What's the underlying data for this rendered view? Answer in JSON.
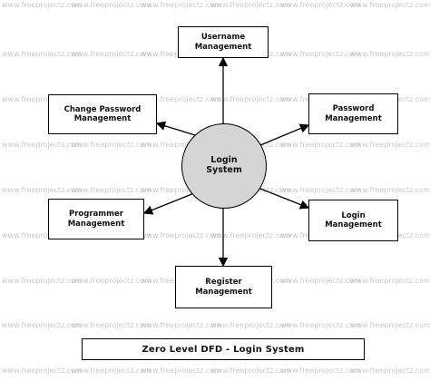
{
  "diagram": {
    "watermark_text": "www.freeprojectz.com",
    "center_process": {
      "label": "Login\nSystem"
    },
    "nodes": {
      "username_management": "Username\nManagement",
      "password_management": "Password\nManagement",
      "change_password_management": "Change Password\nManagement",
      "programmer_management": "Programmer\nManagement",
      "login_management": "Login\nManagement",
      "register_management": "Register\nManagement"
    },
    "caption": "Zero Level DFD - Login System",
    "colors": {
      "line": "#000000",
      "process_fill": "#d5d5d5",
      "background": "#ffffff",
      "watermark": "#b8b8b8"
    }
  }
}
